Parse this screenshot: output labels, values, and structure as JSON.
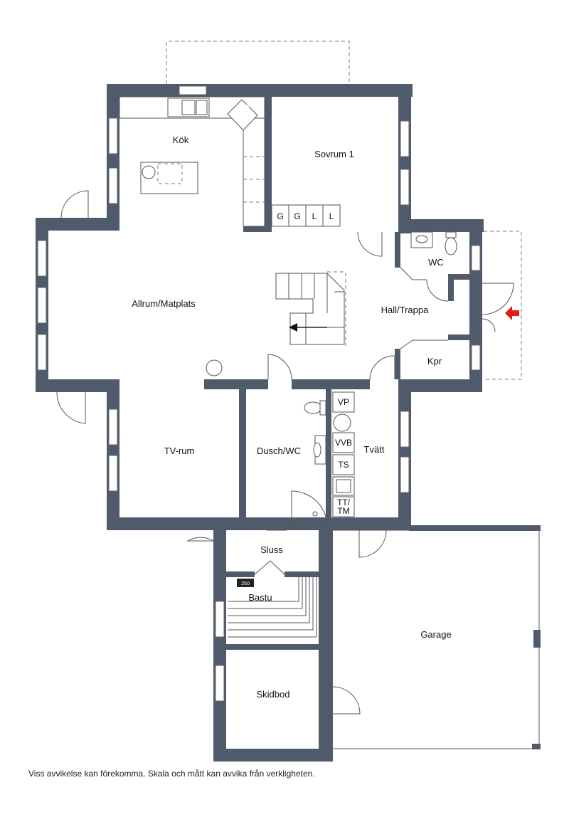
{
  "rooms": {
    "kok": "Kök",
    "sovrum1": "Sovrum 1",
    "allrum": "Allrum/Matplats",
    "hall": "Hall/Trappa",
    "wc": "WC",
    "kpr": "Kpr",
    "tvrum": "TV-rum",
    "duschwc": "Dusch/WC",
    "tvatt": "Tvätt",
    "sluss": "Sluss",
    "bastu": "Bastu",
    "garage": "Garage",
    "skidbod": "Skidbod"
  },
  "closets": [
    "G",
    "G",
    "L",
    "L"
  ],
  "laundry": {
    "vp": "VP",
    "vvb": "VVB",
    "ts": "TS",
    "tt_line1": "TT/",
    "tt_line2": "TM"
  },
  "sauna_heater": "250",
  "entrance_arrow_color": "#e41b17",
  "wall_color": "#4f5b6b",
  "disclaimer": "Viss avvikelse kan förekomma. Skala och mått kan avvika från verkligheten."
}
